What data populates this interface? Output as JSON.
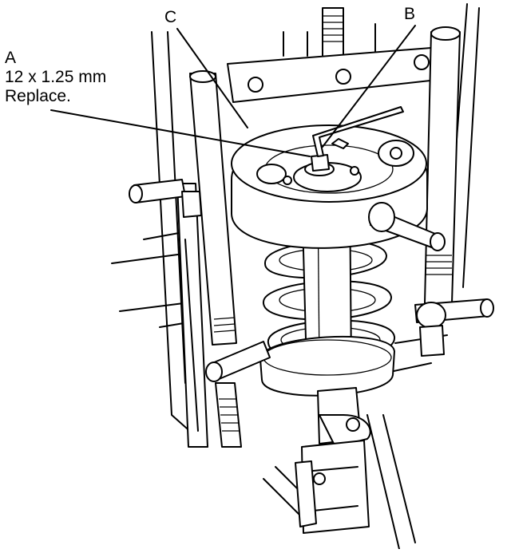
{
  "labels": {
    "a": "A",
    "a_spec": "12 x 1.25 mm",
    "a_note": "Replace.",
    "b": "B",
    "c": "C"
  }
}
